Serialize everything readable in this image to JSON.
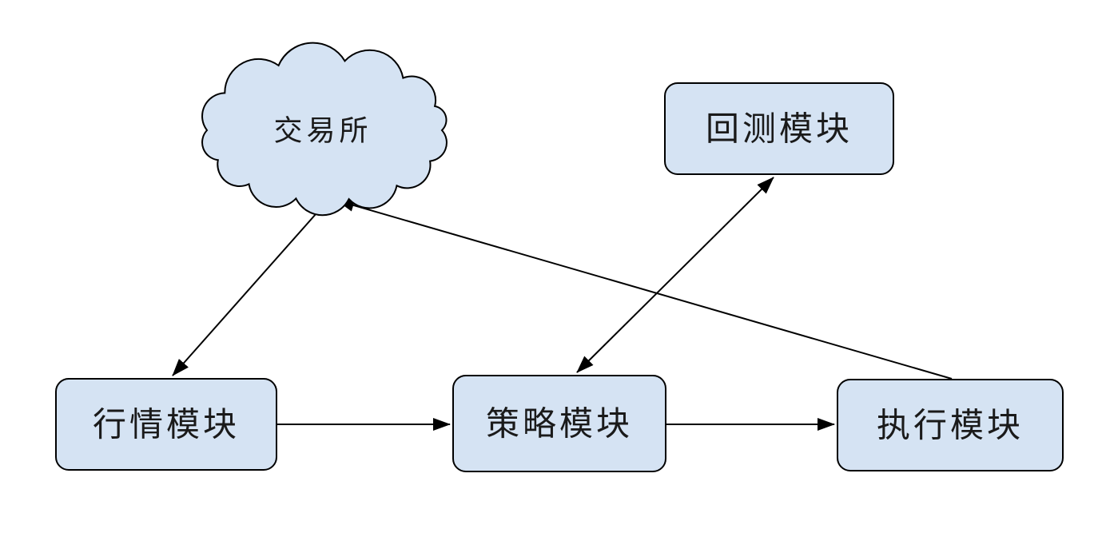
{
  "diagram": {
    "background": "#ffffff",
    "colors": {
      "node_fill": "#d5e3f3",
      "node_stroke": "#000000",
      "edge_color": "#000000"
    },
    "nodes": [
      {
        "id": "exchange",
        "label": "交易所",
        "shape": "cloud"
      },
      {
        "id": "backtest",
        "label": "回测模块",
        "shape": "rounded-rectangle"
      },
      {
        "id": "market-data",
        "label": "行情模块",
        "shape": "rounded-rectangle"
      },
      {
        "id": "strategy",
        "label": "策略模块",
        "shape": "rounded-rectangle"
      },
      {
        "id": "execution",
        "label": "执行模块",
        "shape": "rounded-rectangle"
      }
    ],
    "edges": [
      {
        "from": "exchange",
        "to": "market-data",
        "direction": "one-way"
      },
      {
        "from": "market-data",
        "to": "strategy",
        "direction": "one-way"
      },
      {
        "from": "strategy",
        "to": "execution",
        "direction": "one-way"
      },
      {
        "from": "execution",
        "to": "exchange",
        "direction": "one-way"
      },
      {
        "from": "strategy",
        "to": "backtest",
        "direction": "two-way"
      }
    ]
  }
}
